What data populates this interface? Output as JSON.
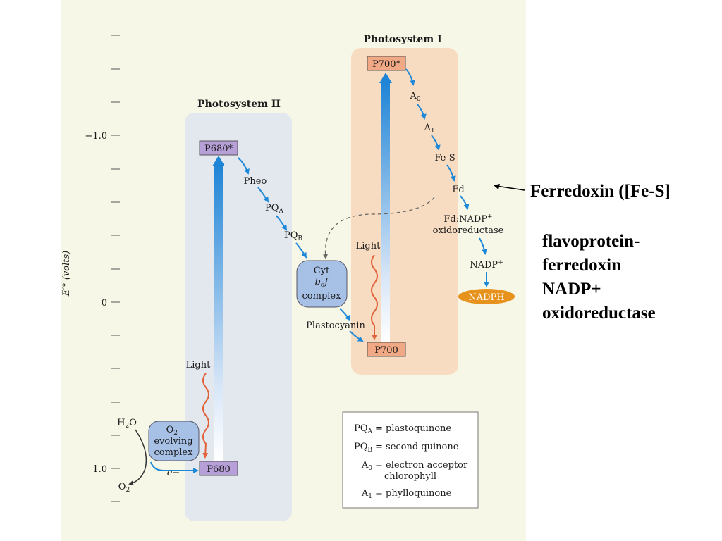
{
  "scale": {
    "axis_label": "E′° (volts)",
    "ticks": [
      {
        "value": -1.0,
        "label": "−1.0"
      },
      {
        "value": 0,
        "label": "0"
      },
      {
        "value": 1.0,
        "label": "1.0"
      }
    ]
  },
  "photosystem_ii": {
    "title": "Photosystem II",
    "carriers": [
      "P680*",
      "Pheo",
      "PQA",
      "PQB"
    ],
    "ground_state": "P680",
    "light": "Light",
    "water": "H2O",
    "oxygen": "O2",
    "electron": "e−",
    "o2_complex": [
      "O2-",
      "evolving",
      "complex"
    ]
  },
  "cytochrome": {
    "lines": [
      "Cyt",
      "b6f",
      "complex"
    ]
  },
  "plastocyanin": "Plastocyanin",
  "photosystem_i": {
    "title": "Photosystem I",
    "carriers": [
      "P700*",
      "A0",
      "A1",
      "Fe-S",
      "Fd",
      "Fd:NADP+",
      "oxidoreductase",
      "NADP+"
    ],
    "ground_state": "P700",
    "light": "Light",
    "product": "NADPH"
  },
  "legend": [
    {
      "symbol": "PQA",
      "text": "= plastoquinone"
    },
    {
      "symbol": "PQB",
      "text": "= second quinone"
    },
    {
      "symbol": "A0",
      "text": "= electron acceptor",
      "text2": "chlorophyll"
    },
    {
      "symbol": "A1",
      "text": "= phylloquinone"
    }
  ],
  "annotations": {
    "ferredoxin": "Ferredoxin ([Fe-S]",
    "flavoprotein": [
      "flavoprotein-",
      "ferredoxin",
      "NADP+",
      "oxidoreductase"
    ]
  },
  "colors": {
    "panel_bg": "#f7f7e8",
    "ps2_bg": "#e3e8ef",
    "ps1_bg": "#f8dcc2",
    "arrow_blue": "#1e88d8",
    "light_wave": "#e0613a",
    "nadph_fill": "#e8921e"
  }
}
